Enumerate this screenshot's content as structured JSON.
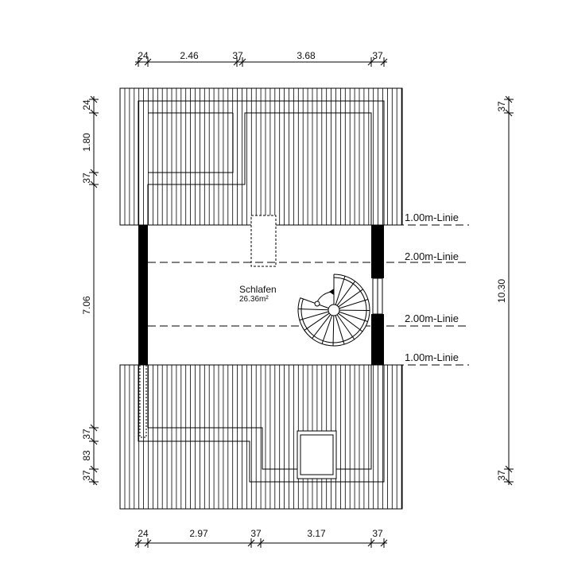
{
  "room": {
    "name": "Schlafen",
    "area": "26.36m²"
  },
  "height_lines": {
    "line_100_top": "1.00m-Linie",
    "line_200_top": "2.00m-Linie",
    "line_200_bottom": "2.00m-Linie",
    "line_100_bottom": "1.00m-Linie"
  },
  "dimensions": {
    "top": [
      "24",
      "2.46",
      "37",
      "3.68",
      "37"
    ],
    "bottom": [
      "24",
      "2.97",
      "37",
      "3.17",
      "37"
    ],
    "left": [
      "24",
      "1.80",
      "37",
      "7.06",
      "37",
      "83",
      "37"
    ],
    "right": [
      "37",
      "10.30",
      "37"
    ]
  },
  "colors": {
    "line": "#000000",
    "wall": "#000000",
    "background": "#ffffff"
  }
}
